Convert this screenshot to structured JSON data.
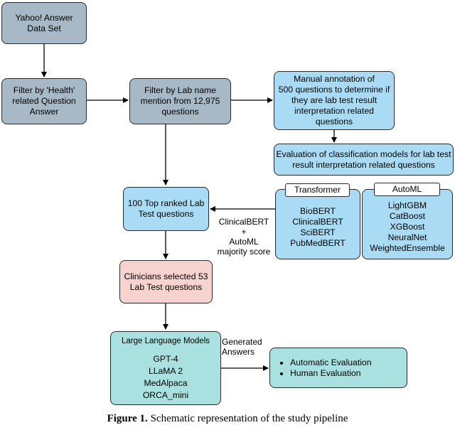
{
  "boxes": {
    "yahoo": [
      "Yahoo! Answer",
      "Data Set"
    ],
    "filter_health": [
      "Filter by 'Health'",
      "related Question",
      "Answer"
    ],
    "filter_lab": [
      "Filter by Lab name",
      "mention from 12,975",
      "questions"
    ],
    "manual": [
      "Manual annotation of",
      "500 questions to determine if",
      "they are lab test result",
      "interpretation related",
      "questions"
    ],
    "evaluation": [
      "Evaluation of classification models for lab test",
      "result interpretation related questions"
    ],
    "top_ranked": [
      "100 Top ranked Lab",
      "Test questions"
    ],
    "transformer": {
      "tag": "Transformer",
      "items": [
        "BioBERT",
        "ClinicalBERT",
        "SciBERT",
        "PubMedBERT"
      ]
    },
    "automl": {
      "tag": "AutoML",
      "items": [
        "LightGBM",
        "CatBoost",
        "XGBoost",
        "NeuralNet",
        "WeightedEnsemble"
      ]
    },
    "clinicians": [
      "Clinicians selected 53",
      "Lab Test questions"
    ],
    "llm": {
      "title": "Large Language Models",
      "items": [
        "GPT-4",
        "LLaMA 2",
        "MedAlpaca",
        "ORCA_mini"
      ]
    },
    "evaluation_types": [
      "Automatic Evaluation",
      "Human Evaluation"
    ]
  },
  "labels": {
    "majority": [
      "ClinicalBERT",
      "+",
      "AutoML",
      "majority score"
    ],
    "generated": [
      "Generated",
      "Answers"
    ]
  },
  "caption": {
    "bold": "Figure 1.",
    "text": " Schematic representation of the study pipeline"
  },
  "colors": {
    "gray": "#a7b8c6",
    "blue": "#a9dcf4",
    "red": "#f7d3cf",
    "teal": "#a8e1e0"
  }
}
